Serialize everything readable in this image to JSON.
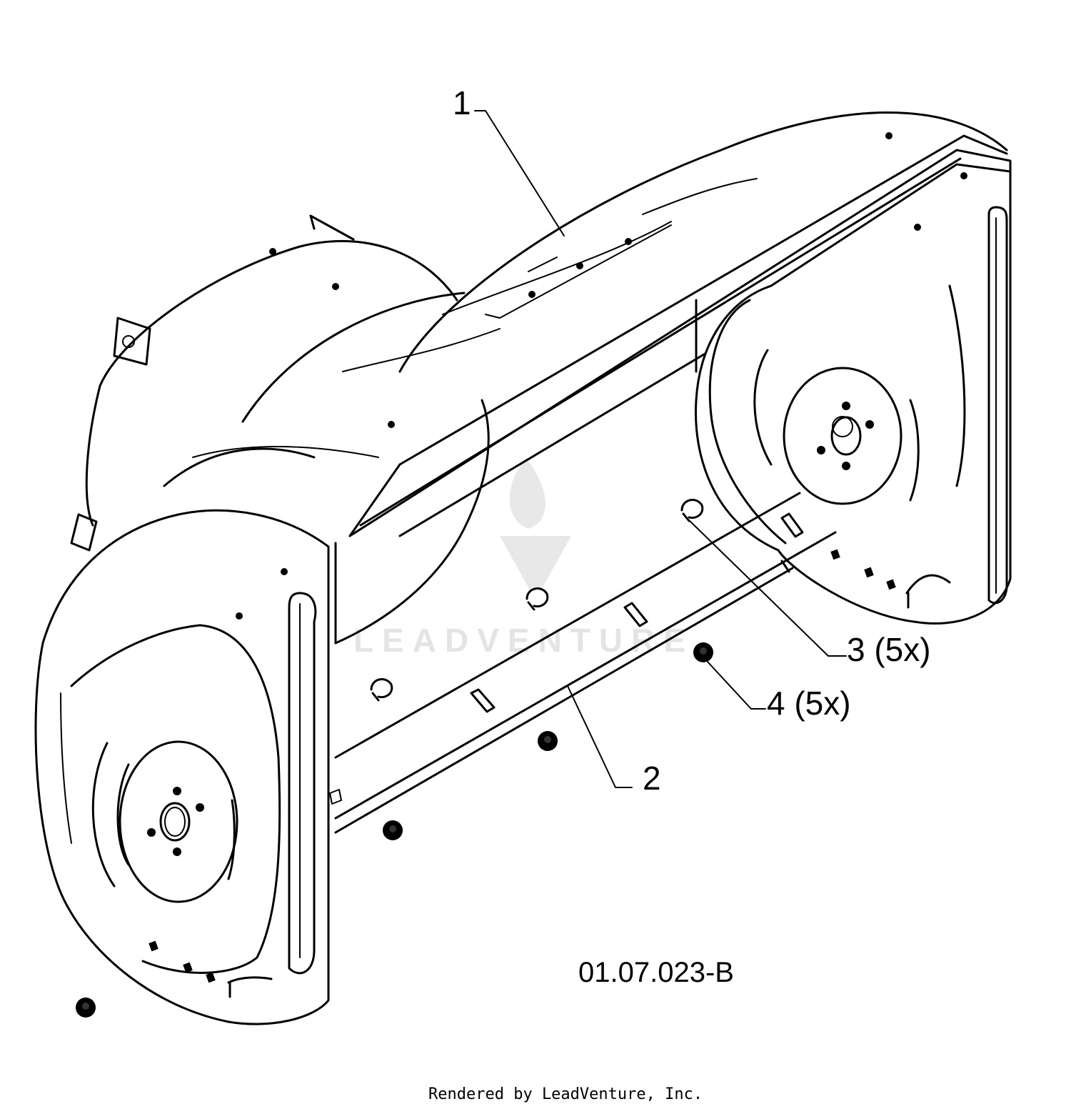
{
  "diagram": {
    "callouts": [
      {
        "id": "1",
        "label": "1"
      },
      {
        "id": "2",
        "label": "2"
      },
      {
        "id": "3",
        "label": "3 (5x)"
      },
      {
        "id": "4",
        "label": "4 (5x)"
      }
    ],
    "part_code": "01.07.023-B",
    "watermark": "LEADVENTURE",
    "footer": "Rendered by LeadVenture, Inc."
  }
}
